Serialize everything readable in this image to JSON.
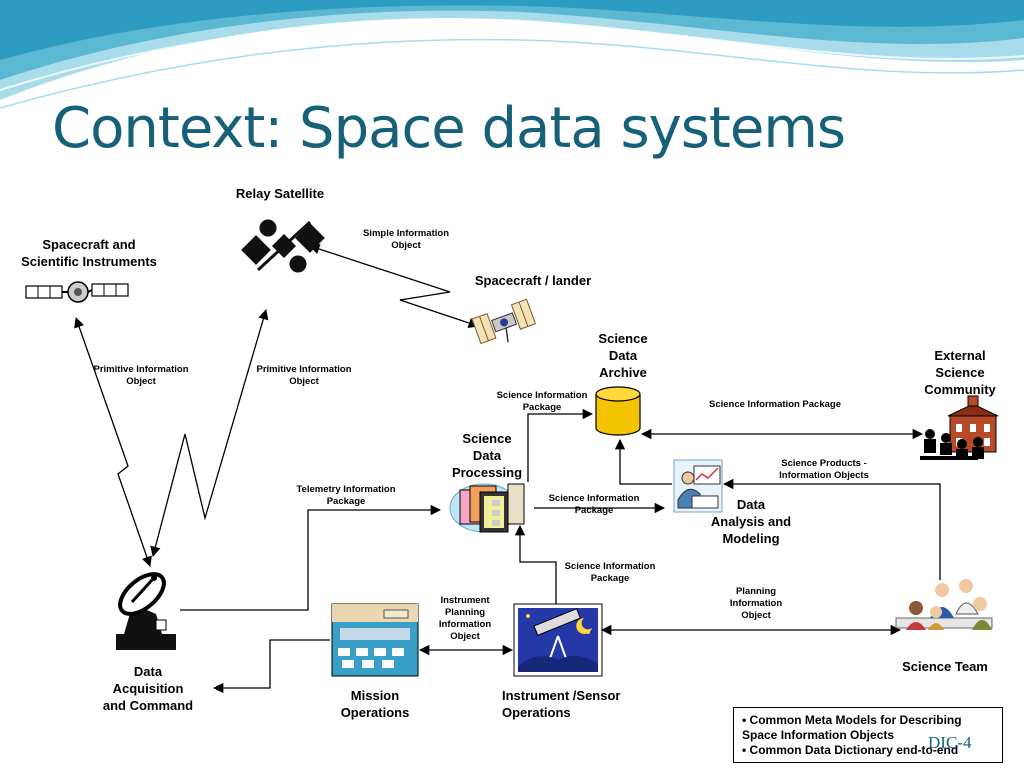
{
  "slide": {
    "title": "Context: Space data systems",
    "page_number": "DIC-4",
    "accent_color": "#17607a"
  },
  "nodes": {
    "relay_satellite": "Relay Satellite",
    "spacecraft_instruments": "Spacecraft and\nScientific Instruments",
    "spacecraft_lander": "Spacecraft / lander",
    "science_data_archive": "Science\nData\nArchive",
    "external_community": "External\nScience\nCommunity",
    "science_data_processing": "Science\nData\nProcessing",
    "data_analysis": "Data\nAnalysis and\nModeling",
    "data_acquisition": "Data\nAcquisition\nand Command",
    "mission_operations": "Mission\nOperations",
    "instrument_operations": "Instrument /Sensor\nOperations",
    "science_team": "Science Team"
  },
  "flows": {
    "simple_info": "Simple Information\nObject",
    "primitive_left": "Primitive Information\nObject",
    "primitive_right": "Primitive Information\nObject",
    "sip_archive": "Science Information\nPackage",
    "sip_external": "Science Information Package",
    "science_products": "Science Products -\nInformation Objects",
    "telemetry": "Telemetry Information\nPackage",
    "sip_analysis": "Science Information\nPackage",
    "sip_instrument": "Science Information\nPackage",
    "instrument_planning": "Instrument\nPlanning\nInformation\nObject",
    "planning": "Planning\nInformation\nObject"
  },
  "note": {
    "line1": "• Common Meta Models for Describing",
    "line2": "Space Information Objects",
    "line3": "• Common Data Dictionary end-to-end"
  },
  "icons": [
    "relay-satellite-icon",
    "spacecraft-instruments-icon",
    "spacecraft-lander-icon",
    "archive-database-icon",
    "external-community-icon",
    "data-processing-icon",
    "data-analysis-icon",
    "dish-antenna-icon",
    "mission-operations-icon",
    "telescope-icon",
    "science-team-icon"
  ]
}
